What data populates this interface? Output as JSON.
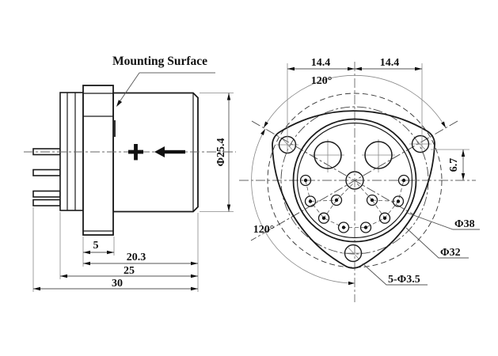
{
  "side_view": {
    "mounting_surface_label": "Mounting Surface",
    "dim_flange_thickness": "5",
    "dim_surface_to_end": "20.3",
    "dim_shell_to_end": "25",
    "dim_total_length": "30",
    "dim_body_diameter": "Φ25.4"
  },
  "front_view": {
    "dim_hole_span_left": "14.4",
    "dim_hole_span_right": "14.4",
    "angle_top": "120°",
    "angle_bottom_left": "120°",
    "dim_hole_offset": "6.7",
    "dim_flange_diameter": "Φ38",
    "dim_bolt_circle_diameter": "Φ32",
    "dim_mounting_holes": "5-Φ3.5"
  },
  "colors": {
    "line": "#1a1a1a",
    "background": "#ffffff"
  }
}
